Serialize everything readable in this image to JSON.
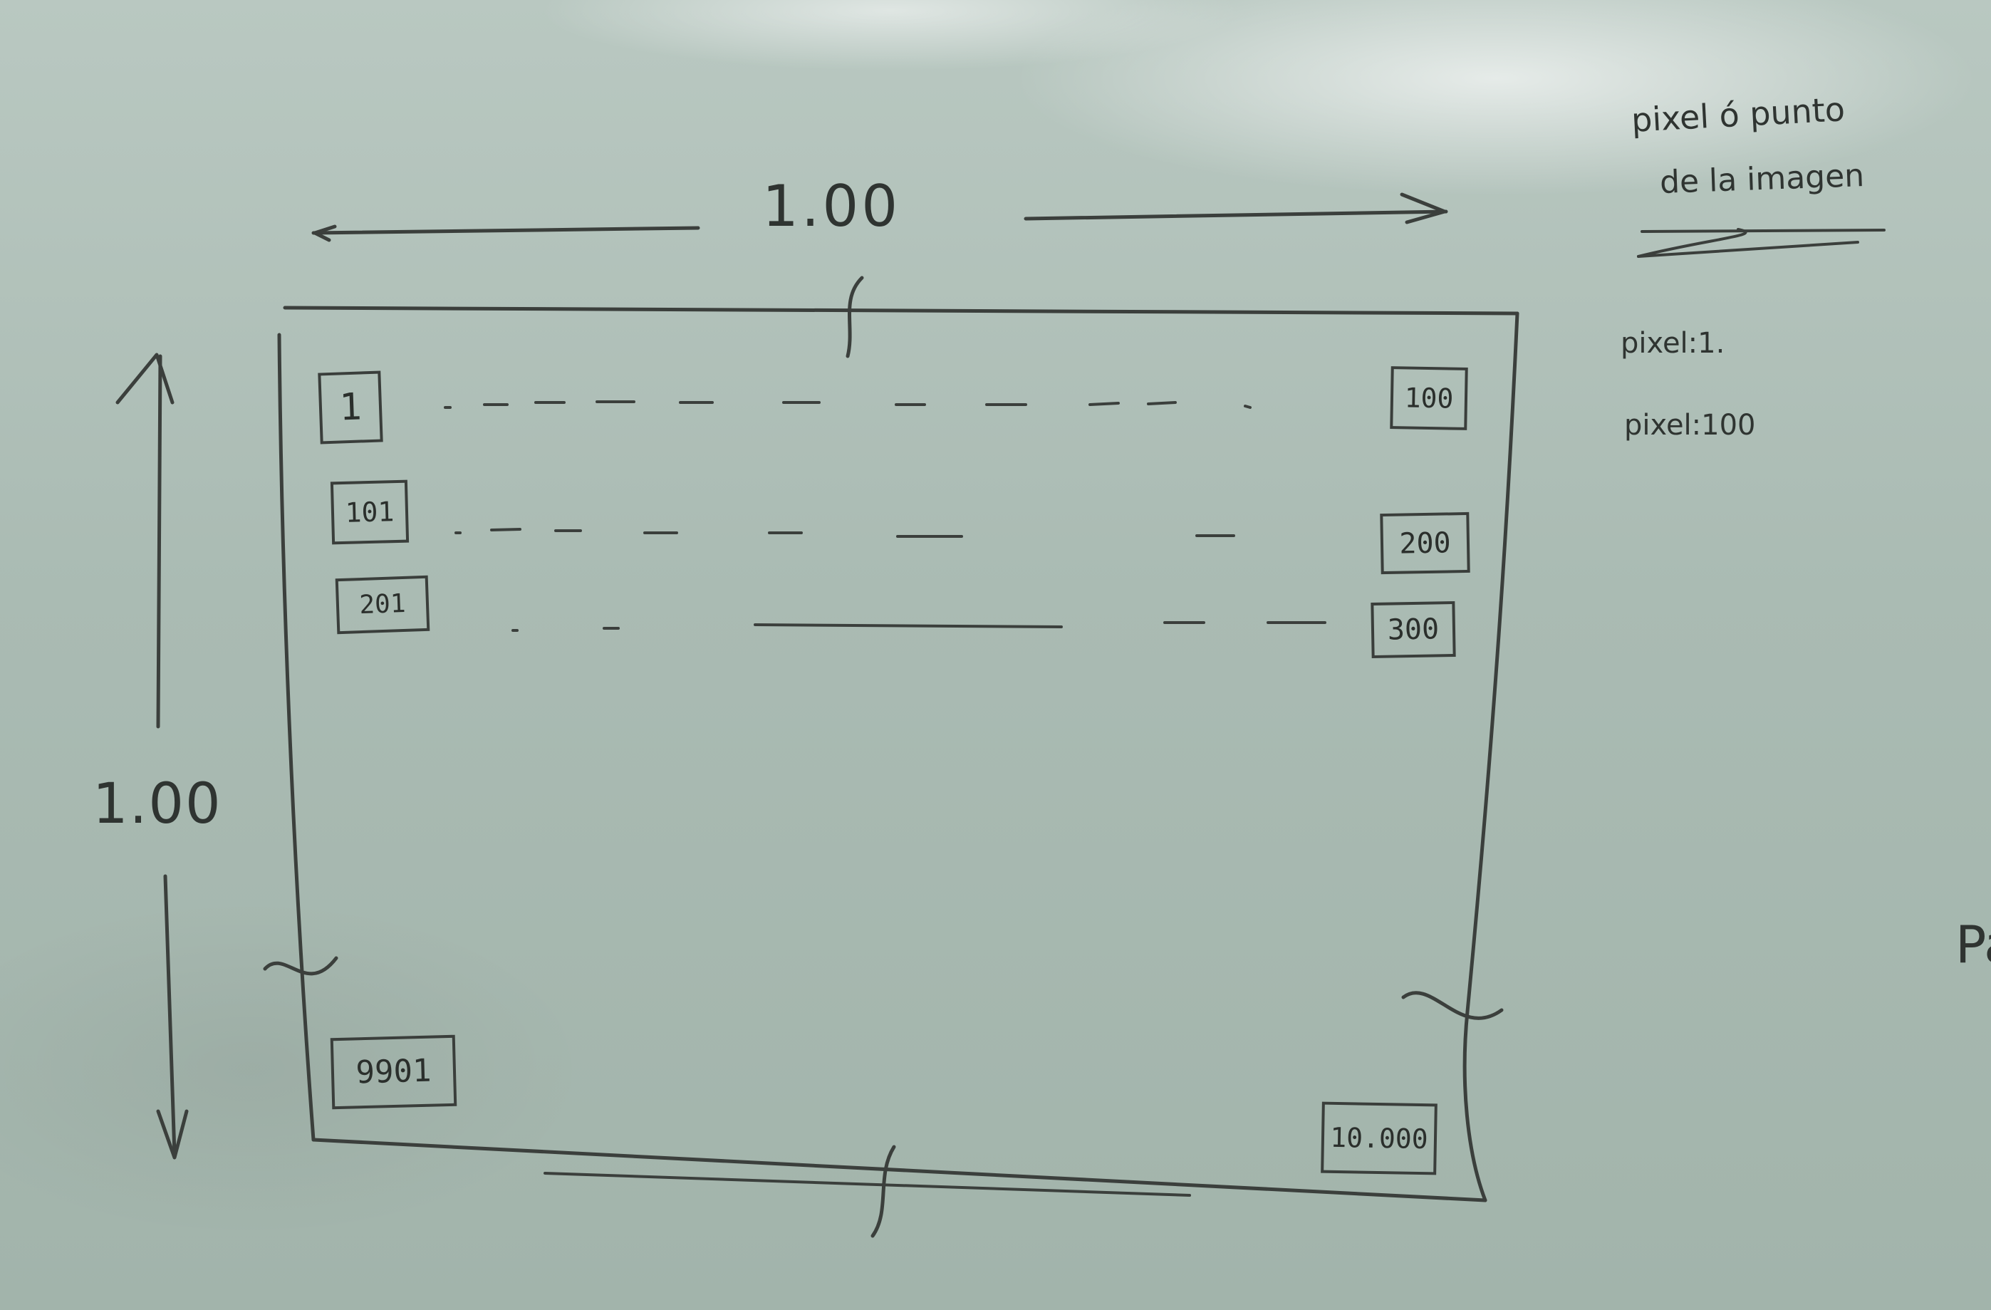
{
  "dimension_labels": {
    "width": "1.00",
    "height": "1.00"
  },
  "grid_cells": {
    "row1_first": "1",
    "row1_last": "100",
    "row2_first": "101",
    "row2_last": "200",
    "row3_first": "201",
    "row3_last": "300",
    "last_row_first": "9901",
    "last_row_last": "10.000"
  },
  "side_notes": {
    "definition_line1": "pixel ó punto",
    "definition_line2": "de la imagen",
    "note_pixel_1": "pixel:1.",
    "note_pixel_100": "pixel:100"
  },
  "edge_text": "Pa"
}
